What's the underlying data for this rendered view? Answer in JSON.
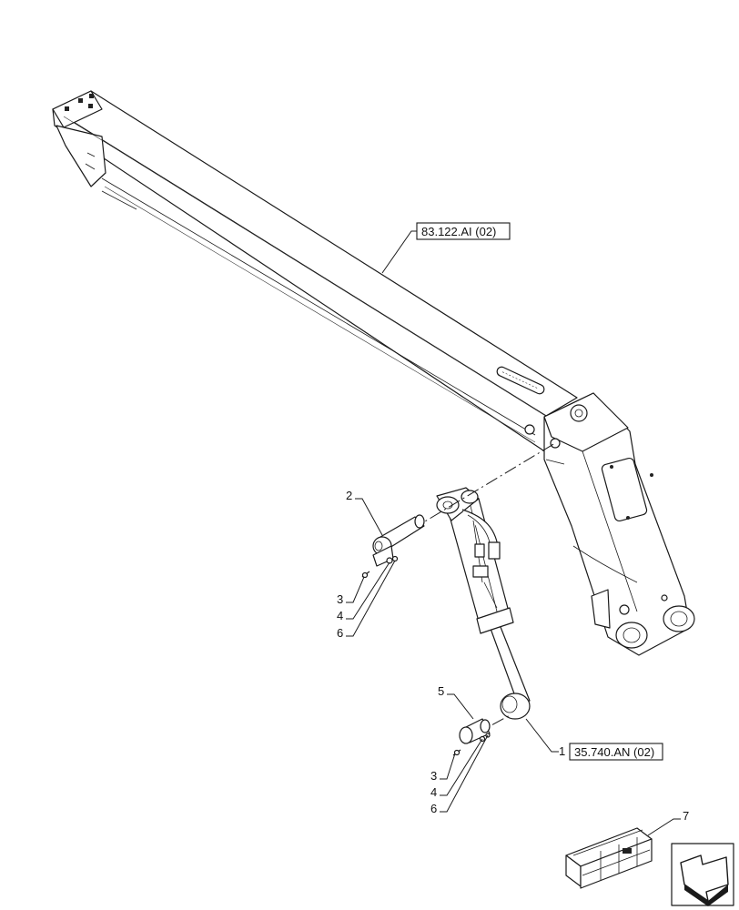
{
  "references": {
    "boom": "83.122.AI (02)",
    "cylinder": "35.740.AN (02)"
  },
  "callouts": {
    "item_1": "1",
    "item_2": "2",
    "item_3_upper": "3",
    "item_4_upper": "4",
    "item_6_upper": "6",
    "item_5": "5",
    "item_3_lower": "3",
    "item_4_lower": "4",
    "item_6_lower": "6",
    "item_7": "7"
  },
  "icons": {
    "kit_box": "crate-kit-icon",
    "navigation": "direction-arrow-icon"
  }
}
